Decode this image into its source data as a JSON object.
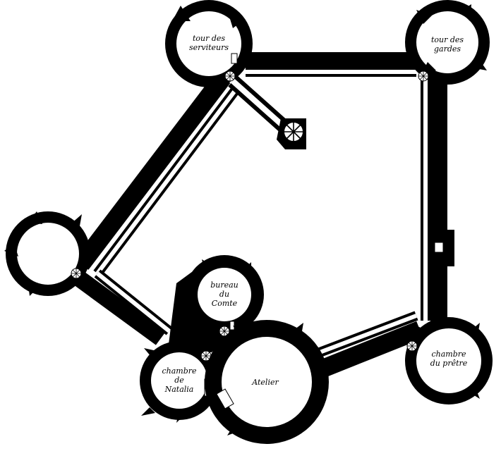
{
  "rooms": {
    "tour_serviteurs": [
      "tour des",
      "serviteurs"
    ],
    "tour_gardes": [
      "tour des",
      "gardes"
    ],
    "bureau_comte": [
      "bureau",
      "du",
      "Comte"
    ],
    "chambre_natalia": [
      "chambre",
      "de",
      "Natalia"
    ],
    "atelier": [
      "Atelier"
    ],
    "chambre_pretre": [
      "chambre",
      "du prêtre"
    ]
  },
  "colors": {
    "wall": "#000000",
    "floor": "#ffffff"
  },
  "icons": [
    "spiral-staircase-icon",
    "doorway-icon",
    "window-icon"
  ]
}
